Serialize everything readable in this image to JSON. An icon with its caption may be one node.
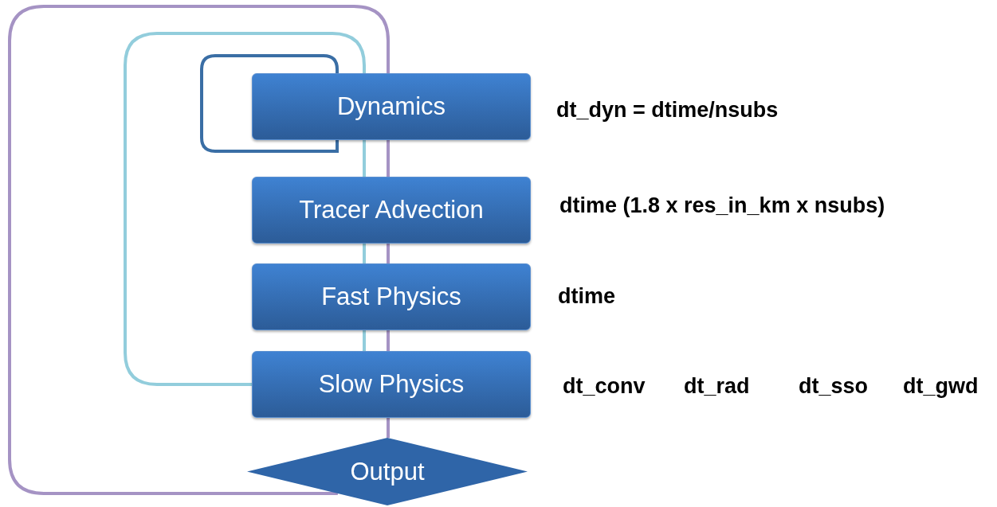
{
  "diagram": {
    "nodes": [
      {
        "text": [
          "Dynamics"
        ],
        "beside": [
          "dt_dyn = dtime/nsubs"
        ]
      },
      {
        "text": [
          "Tracer Advection"
        ],
        "beside": [
          "dtime (1.8 x res_in_km x nsubs)"
        ]
      },
      {
        "text": [
          "Fast Physics"
        ],
        "beside": [
          "dtime"
        ]
      },
      {
        "text": [
          "Slow Physics"
        ],
        "beside": [
          "dt_conv",
          "dt_rad",
          "dt_sso",
          "dt_gwd"
        ]
      },
      {
        "text": [
          "Output"
        ]
      }
    ],
    "edges": [
      {
        "from": 4,
        "to": 0,
        "arrow": "none"
      },
      {
        "from": 0,
        "to": 1,
        "arrow": "none"
      },
      {
        "from": 1,
        "to": 2,
        "arrow": "none"
      },
      {
        "from": 2,
        "to": 3,
        "arrow": "none"
      },
      {
        "from": 3,
        "to": 4,
        "arrow": "none"
      },
      {
        "from": 3,
        "to": 0,
        "arrow": "none",
        "color": "#92cddc"
      },
      {
        "from": 0,
        "to": 1,
        "arrow": "none",
        "color": "#92cddc"
      },
      {
        "from": 1,
        "to": 2,
        "arrow": "none",
        "color": "#92cddc"
      },
      {
        "from": 2,
        "to": 3,
        "arrow": "none",
        "color": "#92cddc"
      },
      {
        "from": 0,
        "to": 0,
        "arrow": "none",
        "color": "#3a6ea5"
      }
    ]
  }
}
